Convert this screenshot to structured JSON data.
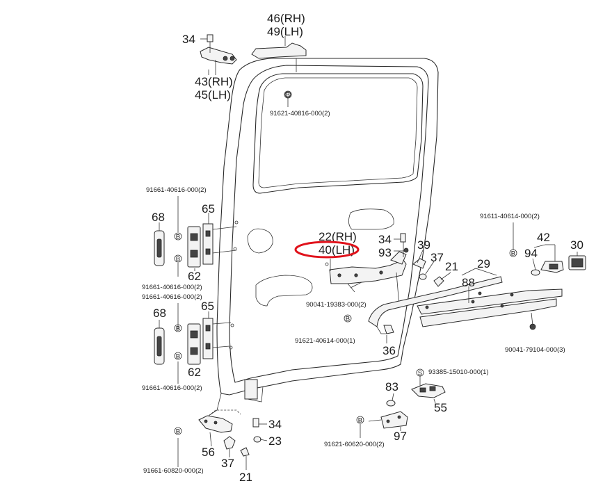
{
  "labels": {
    "l46": "46(RH)",
    "l49": "49(LH)",
    "l34a": "34",
    "l43": "43(RH)",
    "l45": "45(LH)",
    "n1": "91621-40816-000(2)",
    "n2": "91661-40616-000(2)",
    "l68a": "68",
    "l65a": "65",
    "l62a": "62",
    "n3": "91661-40616-000(2)",
    "n4": "91661-40616-000(2)",
    "l68b": "68",
    "l65b": "65",
    "l62b": "62",
    "n5": "91661-40616-000(2)",
    "l22": "22(RH)",
    "l40": "40(LH)",
    "l34b": "34",
    "l93": "93",
    "l39": "39",
    "l37a": "37",
    "l21a": "21",
    "l29": "29",
    "l88": "88",
    "n6": "91611-40614-000(2)",
    "l42": "42",
    "l30": "30",
    "l94": "94",
    "n7": "90041-19383-000(2)",
    "n8": "91621-40614-000(1)",
    "l36": "36",
    "n9": "90041-79104-000(3)",
    "n10": "93385-15010-000(1)",
    "l83": "83",
    "l55": "55",
    "l97": "97",
    "n11": "91621-60620-000(2)",
    "l34c": "34",
    "l23": "23",
    "l56": "56",
    "l37b": "37",
    "l21b": "21",
    "n12": "91661-60820-000(2)"
  },
  "markers": {
    "bolt": "B",
    "screw": "S"
  },
  "highlight_color": "#e0121b",
  "line_color": "#2a2a2a"
}
